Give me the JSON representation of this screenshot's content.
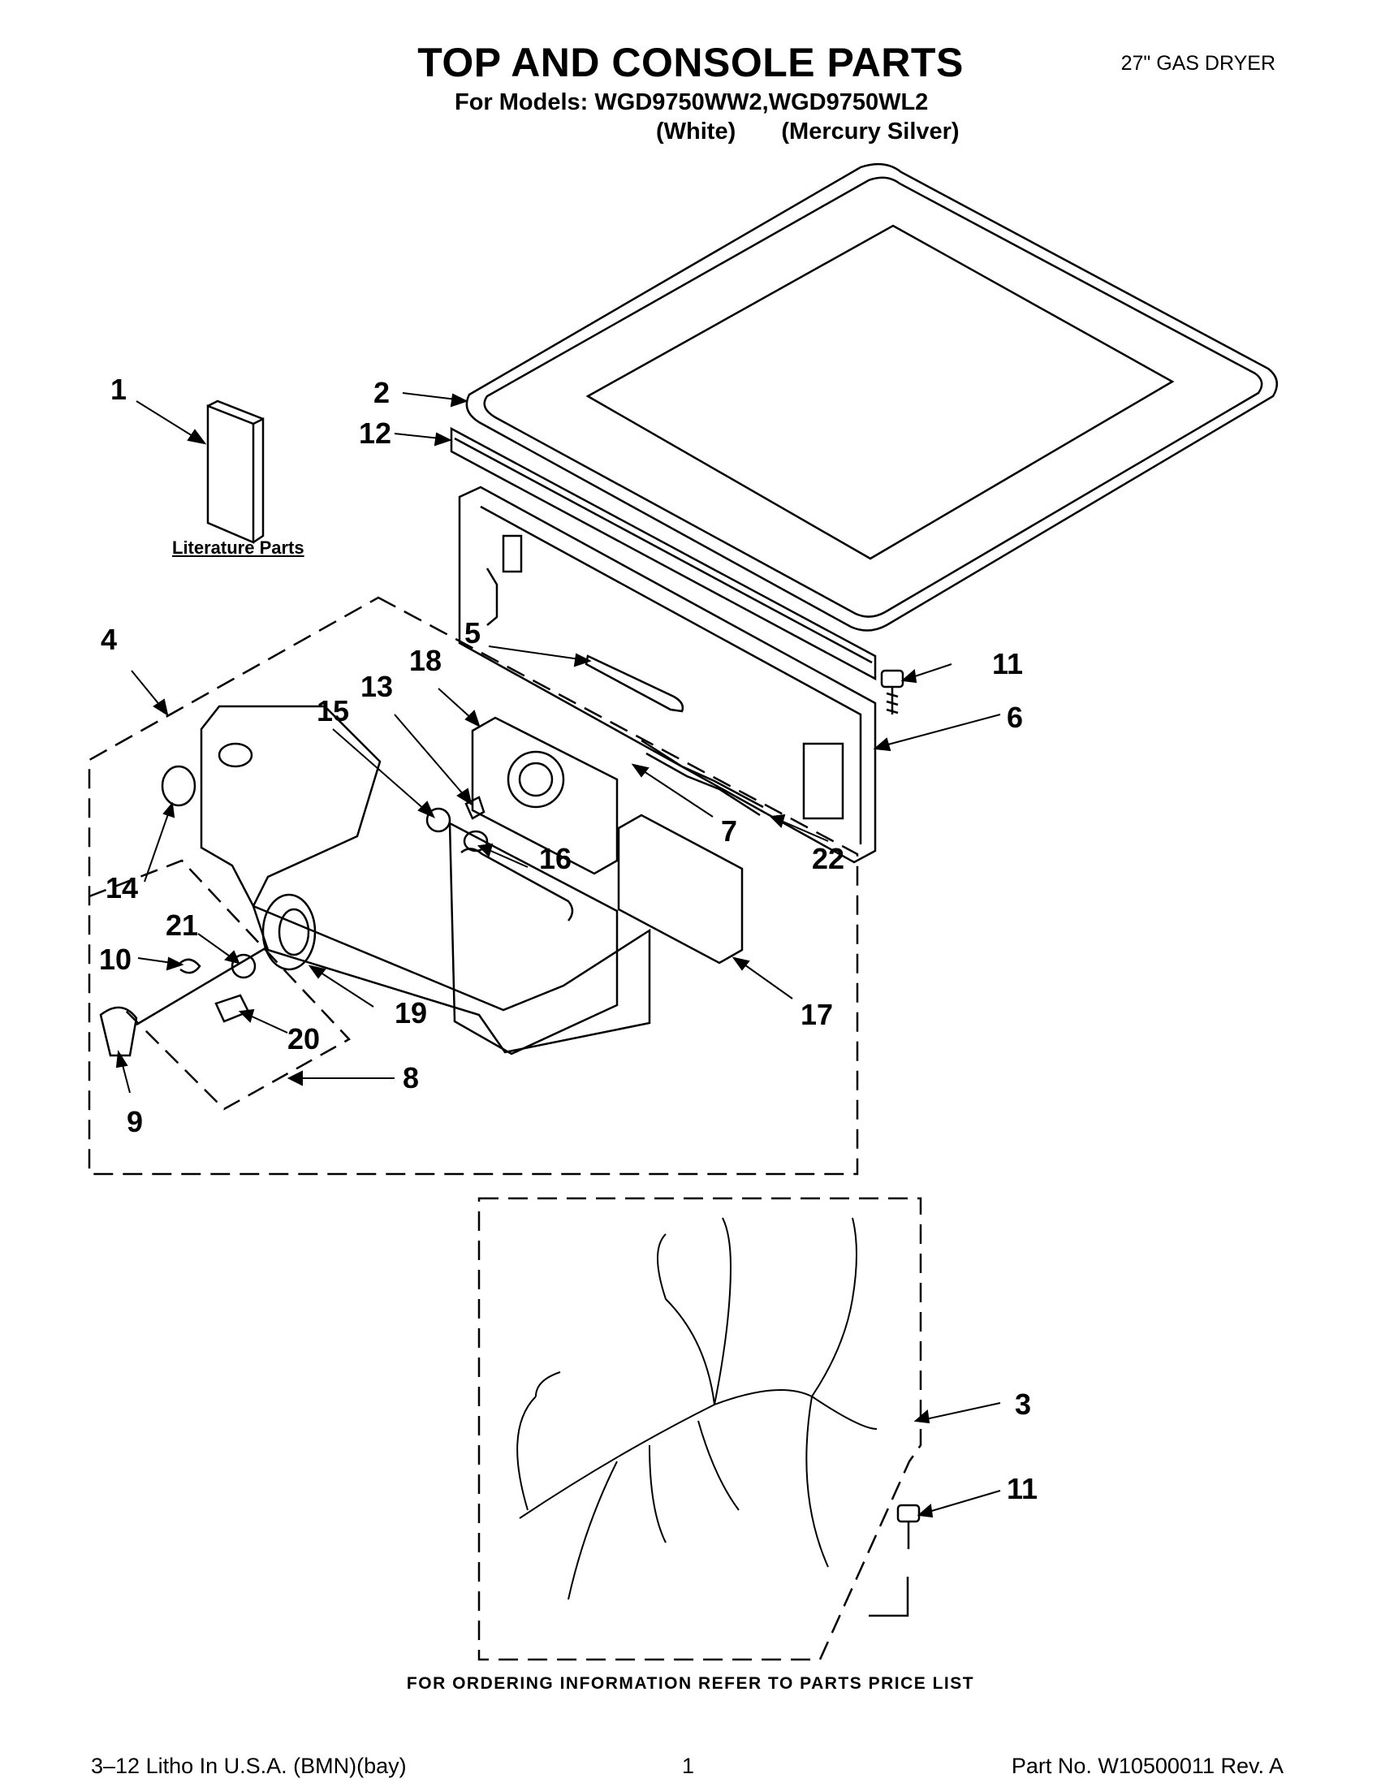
{
  "header": {
    "title": "TOP AND CONSOLE PARTS",
    "models_line": "For Models: WGD9750WW2,WGD9750WL2",
    "variant_white": "(White)",
    "variant_silver": "(Mercury Silver)",
    "product": "27\" GAS DRYER"
  },
  "diagram": {
    "literature_label": "Literature Parts",
    "callouts": [
      "1",
      "2",
      "12",
      "4",
      "5",
      "18",
      "13",
      "15",
      "11",
      "6",
      "7",
      "22",
      "16",
      "14",
      "21",
      "10",
      "19",
      "20",
      "17",
      "8",
      "9",
      "3",
      "11"
    ]
  },
  "ordering_note": "FOR ORDERING INFORMATION REFER TO PARTS PRICE LIST",
  "footer": {
    "left": "3–12 Litho In U.S.A. (BMN)(bay)",
    "page": "1",
    "right": "Part No. W10500011 Rev. A"
  }
}
